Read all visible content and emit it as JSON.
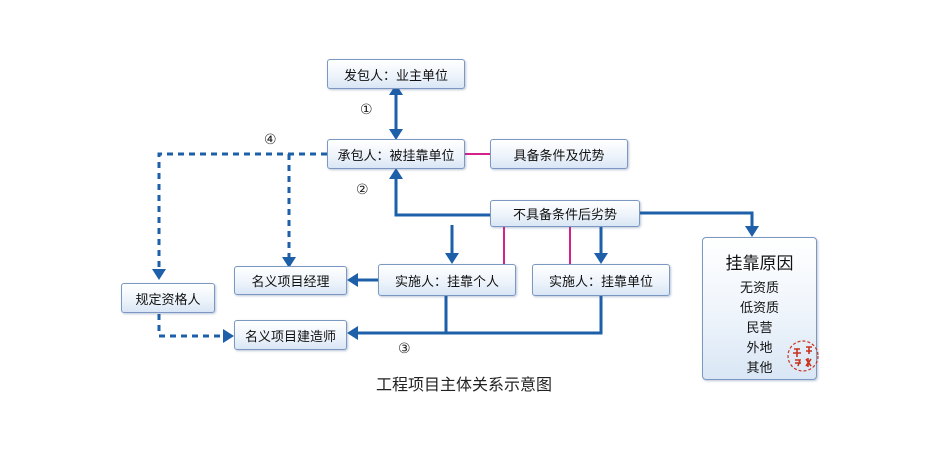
{
  "nodes": {
    "owner": "发包人：业主单位",
    "contractor": "承包人：被挂靠单位",
    "advantages": "具备条件及优势",
    "disadvantages": "不具备条件后劣势",
    "impl_individual": "实施人：挂靠个人",
    "impl_unit": "实施人：挂靠单位",
    "nominal_manager": "名义项目经理",
    "nominal_constructor": "名义项目建造师",
    "qualified_person": "规定资格人"
  },
  "reasons": {
    "title": "挂靠原因",
    "items": [
      "无资质",
      "低资质",
      "民营",
      "外地",
      "其他"
    ]
  },
  "markers": {
    "m1": "①",
    "m2": "②",
    "m3": "③",
    "m4": "④"
  },
  "caption": "工程项目主体关系示意图",
  "colors": {
    "arrow": "#1d5fa8",
    "pink": "#d6218a",
    "stamp": "#c8331e"
  }
}
